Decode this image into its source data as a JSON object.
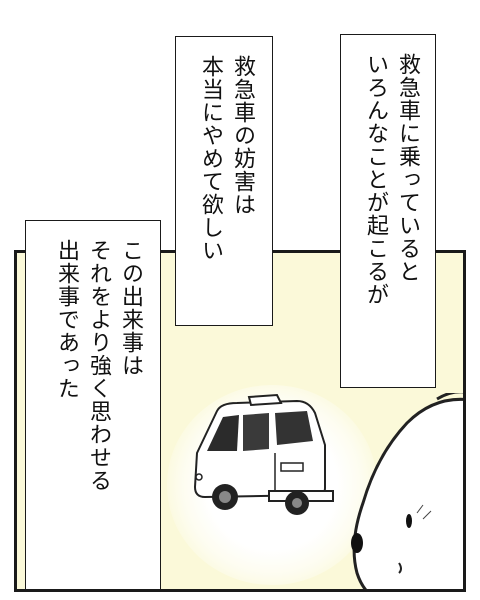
{
  "captions": {
    "a": {
      "lines": [
        "救急車に乗っていると",
        "いろんなことが起こるが"
      ]
    },
    "b": {
      "lines": [
        "救急車の妨害は",
        "本当にやめて欲しい"
      ]
    },
    "c": {
      "lines": [
        "この出来事は",
        "それをより強く思わせる",
        "出来事であった"
      ]
    }
  },
  "illustration": {
    "vehicle": "ambulance-van",
    "character": "bear-mascot"
  },
  "colors": {
    "panel_bg": "#fbf9d9",
    "ink": "#1a1a1a",
    "paper": "#ffffff"
  }
}
